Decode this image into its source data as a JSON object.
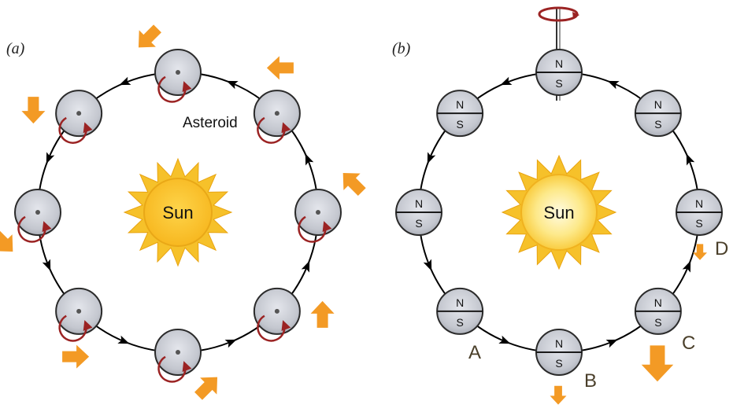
{
  "panels": [
    {
      "label": "(a)",
      "sun_label": "Sun",
      "asteroid_label": "Asteroid"
    },
    {
      "label": "(b)",
      "sun_label": "Sun",
      "north_label": "N",
      "south_label": "S",
      "points": [
        "A",
        "B",
        "C",
        "D"
      ]
    }
  ],
  "colors": {
    "asteroid_fill": "#c4c7cf",
    "spin_arrow": "#9b2323",
    "thrust_arrow": "#f39a25",
    "sun_rays": "#f6c12a",
    "sun_core": "#fbc233",
    "orbit": "#000000"
  }
}
